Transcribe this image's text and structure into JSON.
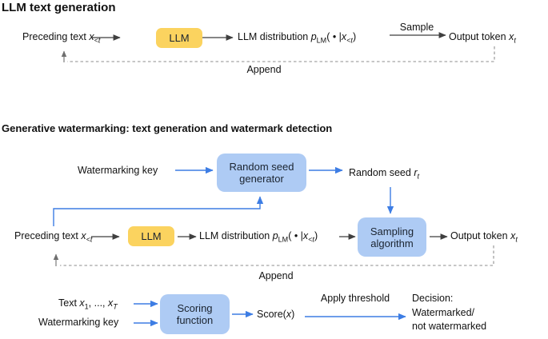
{
  "colors": {
    "llm_box_fill": "#fbd35f",
    "process_box_fill": "#aecbf4",
    "arrow_blue": "#3d7de4",
    "arrow_gray": "#3f3f3f",
    "dashed_gray": "#8f8f8f",
    "text": "#111111",
    "background": "#ffffff"
  },
  "section1": {
    "heading": "LLM text generation",
    "preceding_text": [
      {
        "t": "Preceding text "
      },
      {
        "t": "x",
        "s": "i"
      },
      {
        "t": "<t",
        "s": "sub_i"
      }
    ],
    "llm_box": "LLM",
    "distribution": [
      {
        "t": "LLM distribution "
      },
      {
        "t": "p",
        "s": "i"
      },
      {
        "t": "LM",
        "s": "sub"
      },
      {
        "t": "( • |"
      },
      {
        "t": "x",
        "s": "i"
      },
      {
        "t": "<t",
        "s": "sub_i"
      },
      {
        "t": ")"
      }
    ],
    "sample_label": "Sample",
    "output_token": [
      {
        "t": "Output token "
      },
      {
        "t": "x",
        "s": "i"
      },
      {
        "t": "t",
        "s": "sub_i"
      }
    ],
    "append_label": "Append"
  },
  "section2": {
    "heading": "Generative watermarking: text generation and watermark detection",
    "generation": {
      "watermarking_key": "Watermarking key",
      "random_seed_generator_box": "Random seed generator",
      "random_seed": [
        {
          "t": "Random seed "
        },
        {
          "t": "r",
          "s": "i"
        },
        {
          "t": "t",
          "s": "sub_i"
        }
      ],
      "preceding_text": [
        {
          "t": "Preceding text "
        },
        {
          "t": "x",
          "s": "i"
        },
        {
          "t": "<t",
          "s": "sub_i"
        }
      ],
      "llm_box": "LLM",
      "distribution": [
        {
          "t": "LLM distribution "
        },
        {
          "t": "p",
          "s": "i"
        },
        {
          "t": "LM",
          "s": "sub"
        },
        {
          "t": "( • |"
        },
        {
          "t": "x",
          "s": "i"
        },
        {
          "t": "<t",
          "s": "sub_i"
        },
        {
          "t": ")"
        }
      ],
      "sampling_algorithm_box": "Sampling algorithm",
      "output_token": [
        {
          "t": "Output token "
        },
        {
          "t": "x",
          "s": "i"
        },
        {
          "t": "t",
          "s": "sub_i"
        }
      ],
      "append_label": "Append"
    },
    "detection": {
      "text_tokens": [
        {
          "t": "Text "
        },
        {
          "t": "x",
          "s": "i"
        },
        {
          "t": "1",
          "s": "sub"
        },
        {
          "t": ", ..., "
        },
        {
          "t": "x",
          "s": "i"
        },
        {
          "t": "T",
          "s": "sub_i"
        }
      ],
      "watermarking_key": "Watermarking key",
      "scoring_function_box": "Scoring function",
      "score": [
        {
          "t": "Score("
        },
        {
          "t": "x",
          "s": "i"
        },
        {
          "t": ")"
        }
      ],
      "apply_threshold_label": "Apply threshold",
      "decision": "Decision:\nWatermarked/\nnot watermarked"
    }
  }
}
